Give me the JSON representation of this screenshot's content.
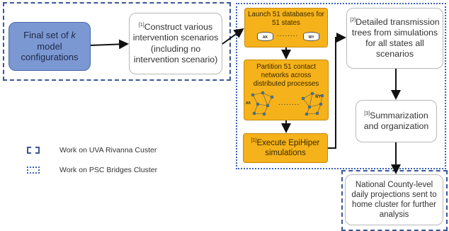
{
  "nodes": {
    "final_set": {
      "pre": "Final set of ",
      "k": "k",
      "post": " model configurations"
    },
    "construct": {
      "sup": "[1]",
      "text": "Construct various intervention scenarios (including no intervention scenario)"
    },
    "launch": {
      "text": "Launch 51 databases for 51 states",
      "db_first": "AK",
      "db_last": "WY",
      "ellipsis": "........"
    },
    "partition": {
      "text": "Partition 51 contact networks across distributed processes",
      "net_first": "AK",
      "net_last": "WY",
      "ellipsis": "........"
    },
    "execute": {
      "sup": "[1]",
      "text": "Execute EpiHiper simulations"
    },
    "trees": {
      "sup": "[2]",
      "text": "Detailed transmission trees from simulations for all states all scenarios"
    },
    "summarize": {
      "sup": "[3]",
      "text": "Summarization and organization"
    },
    "projections": {
      "text": "National County-level daily projections sent to home cluster for further analysis"
    }
  },
  "legend": {
    "uva": "Work on UVA Rivanna Custer",
    "psc": "Work on PSC Bridges Cluster"
  },
  "colors": {
    "blue_box": "#7c98d3",
    "gold_box": "#f5b21a",
    "uva_border": "#3b5795",
    "psc_border": "#3b62b4"
  }
}
